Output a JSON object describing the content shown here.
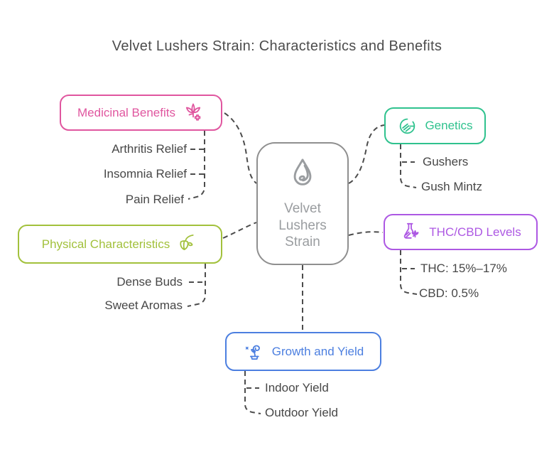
{
  "title": "Velvet Lushers Strain: Characteristics and Benefits",
  "center": {
    "label": "Velvet\nLushers\nStrain",
    "icon": "droplet-icon"
  },
  "branches": [
    {
      "label": "Medicinal Benefits",
      "icon": "cannabis-plus-icon",
      "color": "#e0569f",
      "items": [
        "Arthritis Relief",
        "Insomnia Relief",
        "Pain Relief"
      ]
    },
    {
      "label": "Physical Characteristics",
      "icon": "hanging-bud-icon",
      "color": "#a2c13c",
      "items": [
        "Dense Buds",
        "Sweet Aromas"
      ]
    },
    {
      "label": "Genetics",
      "icon": "seed-circle-icon",
      "color": "#2fc28e",
      "items": [
        "Gushers",
        "Gush Mintz"
      ]
    },
    {
      "label": "THC/CBD Levels",
      "icon": "flask-leaf-icon",
      "color": "#ad58e3",
      "items": [
        "THC: 15%–17%",
        "CBD: 0.5%"
      ]
    },
    {
      "label": "Growth and Yield",
      "icon": "sprout-icon",
      "color": "#4c7fe0",
      "items": [
        "Indoor Yield",
        "Outdoor Yield"
      ]
    }
  ],
  "colors": {
    "background": "#ffffff",
    "title_text": "#4c4c4c",
    "item_text": "#474747",
    "connector": "#4c4c4c",
    "center_border": "#8f8f8f",
    "center_text": "#9a9da0"
  }
}
